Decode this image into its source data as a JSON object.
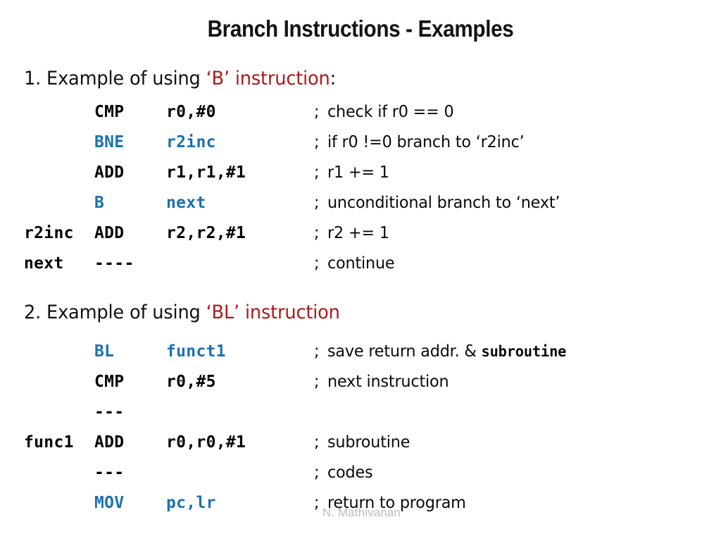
{
  "slide": {
    "title": "Branch Instructions - Examples",
    "watermark": "N. Mathivanan",
    "colors": {
      "text": "#000000",
      "accent_red": "#B01818",
      "accent_blue": "#1B72B0",
      "watermark_gray": "#BDBDBD",
      "background": "#FFFFFF"
    }
  },
  "sections": [
    {
      "heading": {
        "prefix": "1. Example of using ",
        "accent": "‘B’ instruction",
        "suffix": ":"
      },
      "rows": [
        {
          "label": "",
          "mnemonic": "CMP",
          "operand": "r0,#0",
          "comment": "check if r0 == 0",
          "color": "black"
        },
        {
          "label": "",
          "mnemonic": "BNE",
          "operand": "r2inc",
          "comment": "if r0 !=0 branch to ‘r2inc’",
          "color": "blue"
        },
        {
          "label": "",
          "mnemonic": "ADD",
          "operand": "r1,r1,#1",
          "comment": "r1 += 1",
          "color": "black"
        },
        {
          "label": "",
          "mnemonic": "B",
          "operand": "next",
          "comment": "unconditional branch to ‘next’",
          "color": "blue"
        },
        {
          "label": "r2inc",
          "mnemonic": "ADD",
          "operand": "r2,r2,#1",
          "comment": "r2 += 1",
          "color": "black"
        },
        {
          "label": "next",
          "mnemonic": "----",
          "operand": "",
          "comment": "continue",
          "color": "black"
        }
      ]
    },
    {
      "heading": {
        "prefix": "2. Example of using ",
        "accent": "‘BL’ instruction",
        "suffix": ""
      },
      "rows": [
        {
          "label": "",
          "mnemonic": "BL",
          "operand": "funct1",
          "comment": "save return addr. & ",
          "comment_mono": "subroutine",
          "color": "blue"
        },
        {
          "label": "",
          "mnemonic": "CMP",
          "operand": "r0,#5",
          "comment": "next instruction",
          "color": "black"
        },
        {
          "label": "",
          "mnemonic": "---",
          "operand": "",
          "comment": "",
          "color": "black"
        },
        {
          "label": "func1",
          "mnemonic": "ADD",
          "operand": "r0,r0,#1",
          "comment": "subroutine",
          "color": "black"
        },
        {
          "label": "",
          "mnemonic": "---",
          "operand": "",
          "comment": "codes",
          "color": "black"
        },
        {
          "label": "",
          "mnemonic": "MOV",
          "operand": "pc,lr",
          "comment": "return to program",
          "color": "blue"
        }
      ]
    }
  ],
  "comment_marker": ";"
}
